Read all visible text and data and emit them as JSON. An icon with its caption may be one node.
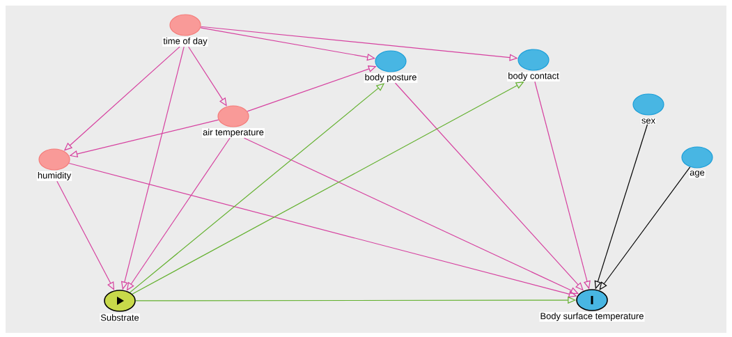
{
  "diagram": {
    "nodes": [
      {
        "text": [
          "time of day"
        ]
      },
      {
        "text": [
          "body posture"
        ]
      },
      {
        "text": [
          "body contact"
        ]
      },
      {
        "text": [
          "air temperature"
        ]
      },
      {
        "text": [
          "humidity"
        ]
      },
      {
        "text": [
          "sex"
        ]
      },
      {
        "text": [
          "age"
        ]
      },
      {
        "text": [
          "Substrate"
        ]
      },
      {
        "text": [
          "Body surface temperature"
        ]
      }
    ],
    "edges": [
      {
        "from": 0,
        "to": 1,
        "arrow": "to"
      },
      {
        "from": 0,
        "to": 2,
        "arrow": "to"
      },
      {
        "from": 0,
        "to": 3,
        "arrow": "to"
      },
      {
        "from": 0,
        "to": 4,
        "arrow": "to"
      },
      {
        "from": 0,
        "to": 7,
        "arrow": "to"
      },
      {
        "from": 3,
        "to": 1,
        "arrow": "to"
      },
      {
        "from": 3,
        "to": 4,
        "arrow": "to"
      },
      {
        "from": 3,
        "to": 7,
        "arrow": "to"
      },
      {
        "from": 3,
        "to": 8,
        "arrow": "to"
      },
      {
        "from": 4,
        "to": 7,
        "arrow": "to"
      },
      {
        "from": 4,
        "to": 8,
        "arrow": "to"
      },
      {
        "from": 1,
        "to": 8,
        "arrow": "to"
      },
      {
        "from": 2,
        "to": 8,
        "arrow": "to"
      },
      {
        "from": 7,
        "to": 1,
        "arrow": "to",
        "color": "#62b02d"
      },
      {
        "from": 7,
        "to": 2,
        "arrow": "to",
        "color": "#62b02d"
      },
      {
        "from": 7,
        "to": 8,
        "arrow": "to",
        "color": "#62b02d"
      },
      {
        "from": 5,
        "to": 8,
        "arrow": "to",
        "color": "#000000"
      },
      {
        "from": 6,
        "to": 8,
        "arrow": "to",
        "color": "#000000"
      }
    ]
  }
}
